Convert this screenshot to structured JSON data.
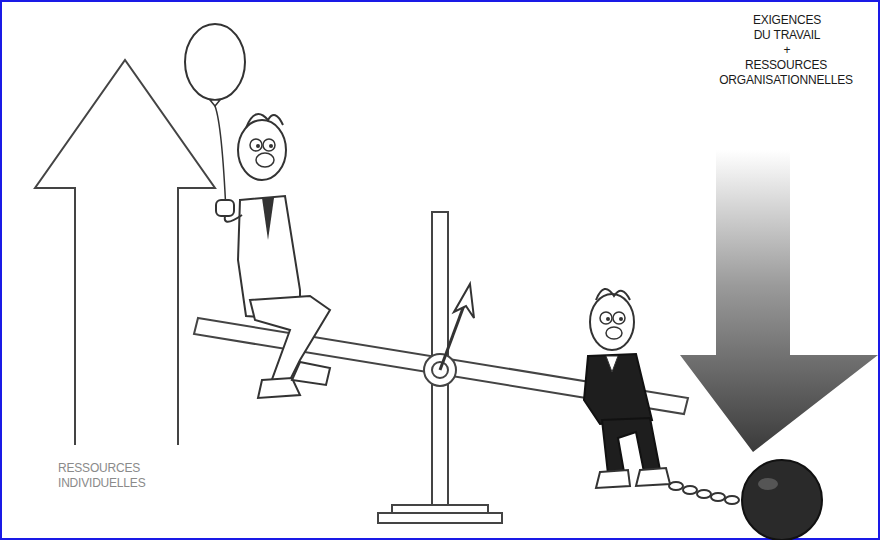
{
  "diagram": {
    "labels": [
      "EXIGENCES DU TRAVAIL",
      "+",
      "RESSOURCES ORGANISATIONNELLES",
      "RESSOURCES INDIVIDUELLES"
    ]
  }
}
